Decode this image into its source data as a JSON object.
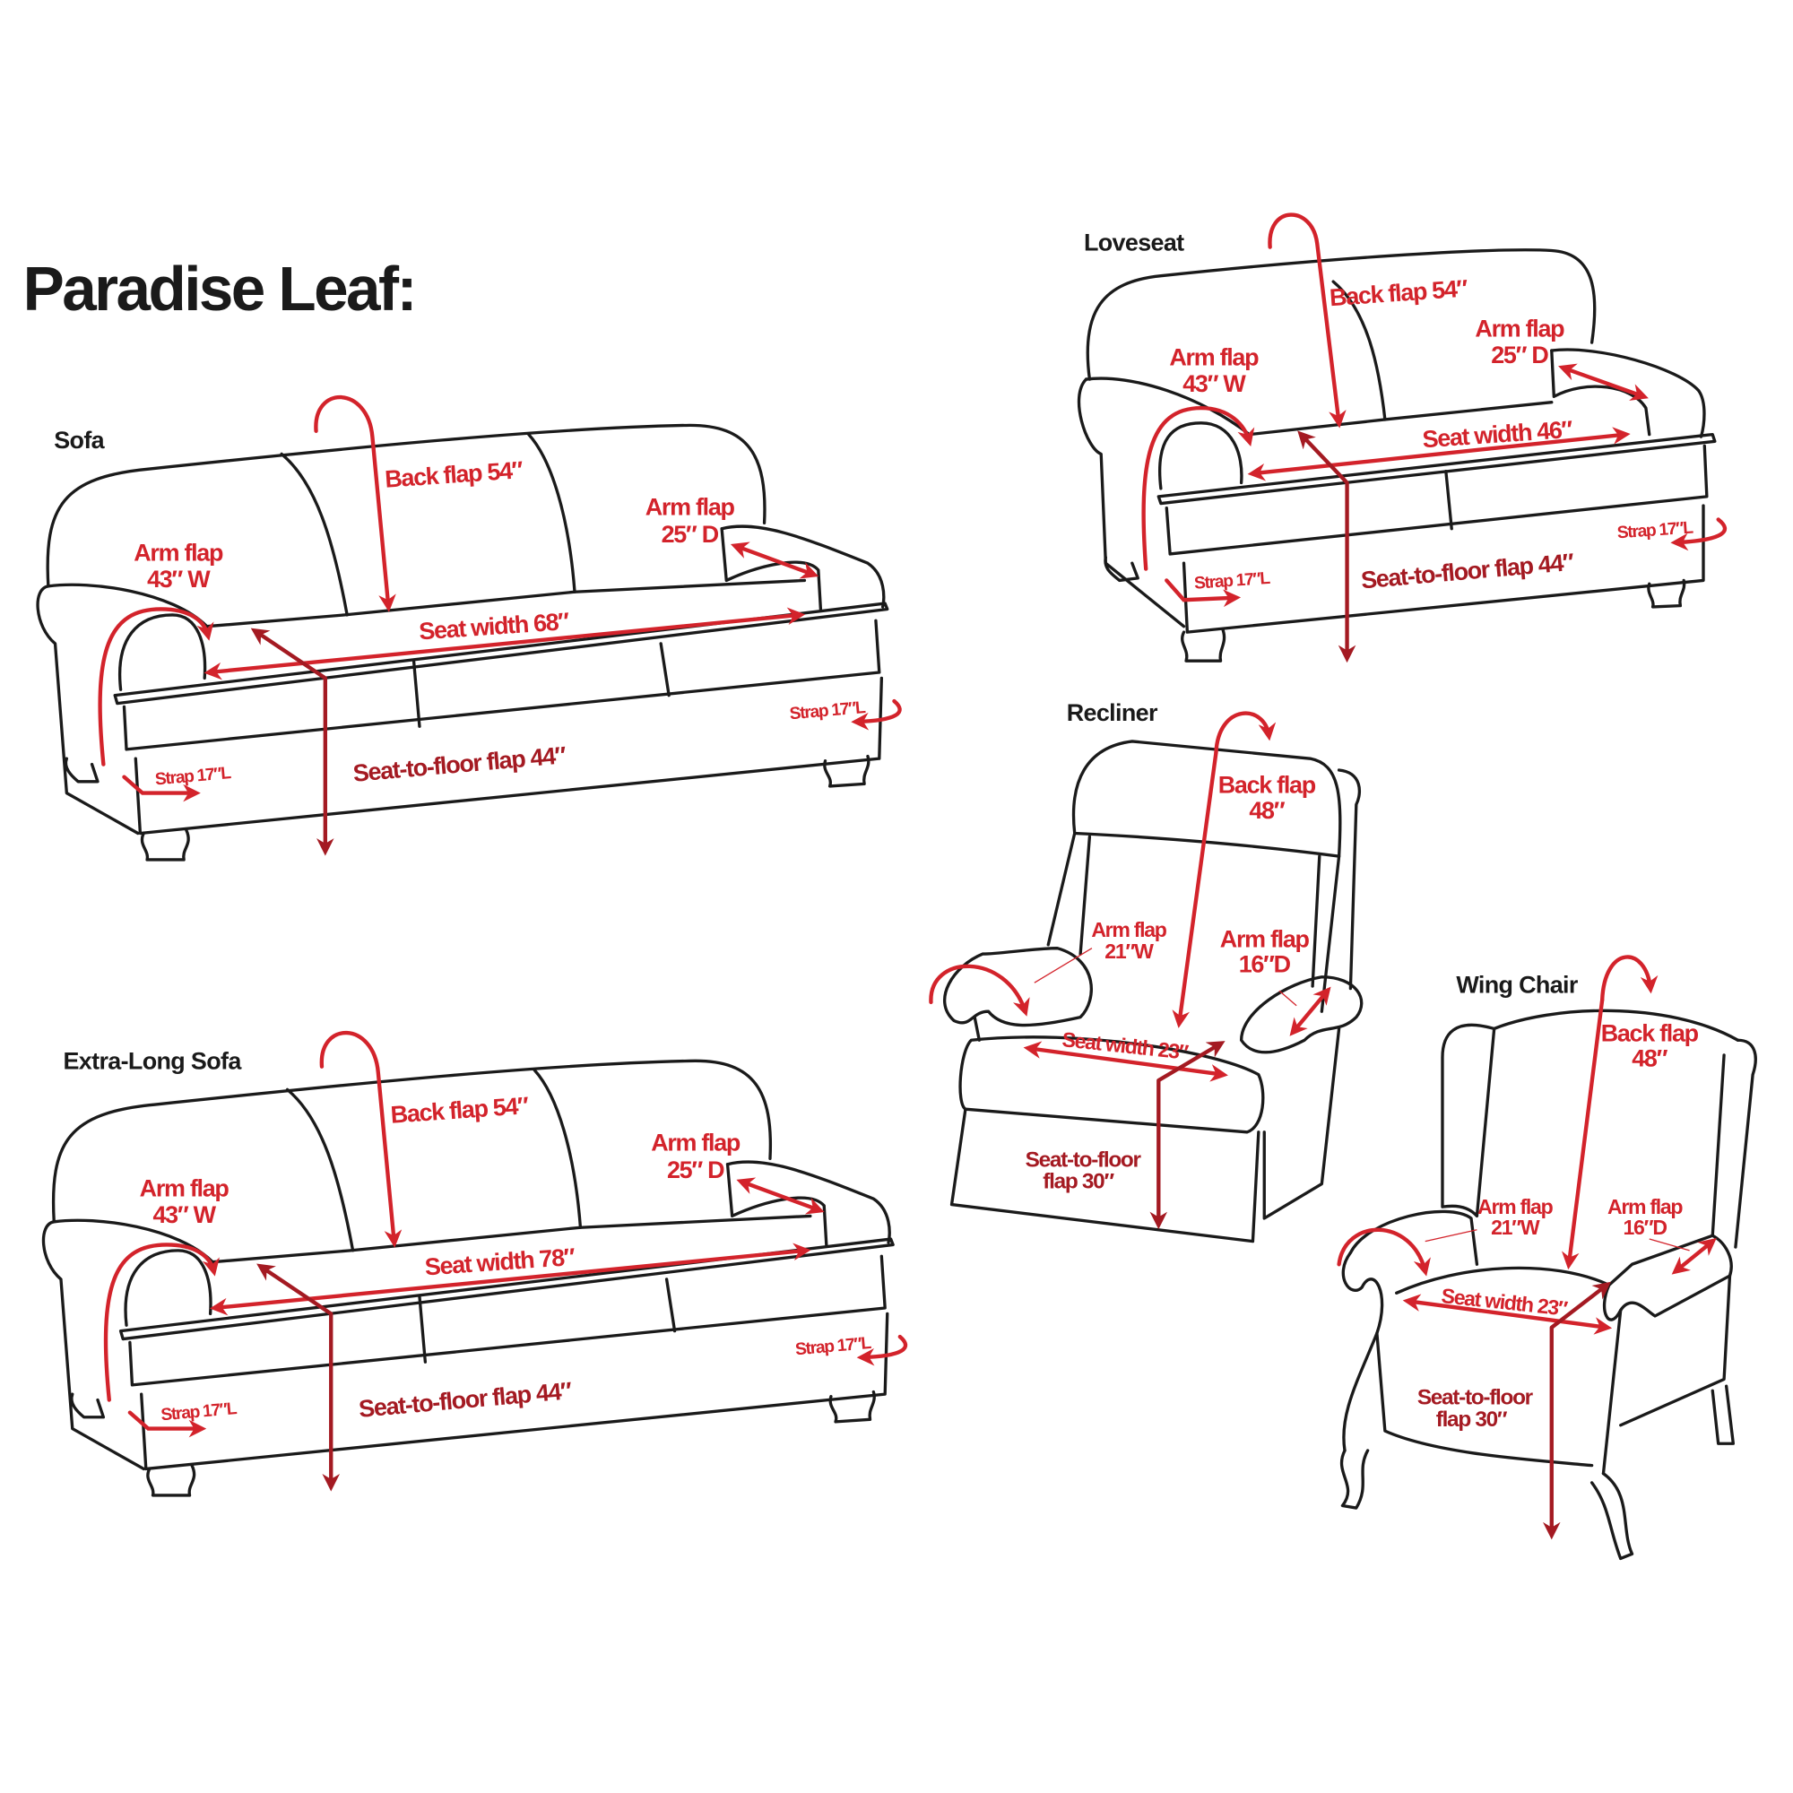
{
  "title": "Paradise Leaf:",
  "colors": {
    "accent": "#d3232b",
    "accent_dark": "#a41a22",
    "outline": "#1a1a1a"
  },
  "sofa": {
    "name": "Sofa",
    "back_flap": "Back flap 54″",
    "arm_flap_left": [
      "Arm flap",
      "43″ W"
    ],
    "arm_flap_right": [
      "Arm flap",
      "25″ D"
    ],
    "seat_width": "Seat width 68″",
    "seat_to_floor": "Seat-to-floor  flap 44″",
    "strap_left": "Strap 17″L",
    "strap_right": "Strap 17″L"
  },
  "extra_long_sofa": {
    "name": "Extra-Long Sofa",
    "back_flap": "Back flap 54″",
    "arm_flap_left": [
      "Arm flap",
      "43″ W"
    ],
    "arm_flap_right": [
      "Arm flap",
      "25″ D"
    ],
    "seat_width": "Seat width 78″",
    "seat_to_floor": "Seat-to-floor  flap 44″",
    "strap_left": "Strap 17″L",
    "strap_right": "Strap 17″L"
  },
  "loveseat": {
    "name": "Loveseat",
    "back_flap": "Back flap 54″",
    "arm_flap_left": [
      "Arm flap",
      "43″ W"
    ],
    "arm_flap_right": [
      "Arm flap",
      "25″ D"
    ],
    "seat_width": "Seat width 46″",
    "seat_to_floor": "Seat-to-floor  flap 44″",
    "strap_left": "Strap 17″L",
    "strap_right": "Strap 17″L"
  },
  "recliner": {
    "name": "Recliner",
    "back_flap": [
      "Back flap",
      "48″"
    ],
    "arm_flap_left": [
      "Arm flap",
      "21″W"
    ],
    "arm_flap_right": [
      "Arm flap",
      "16″D"
    ],
    "seat_width": "Seat width 23″",
    "seat_to_floor": [
      "Seat-to-floor",
      "flap 30″"
    ]
  },
  "wing_chair": {
    "name": "Wing Chair",
    "back_flap": [
      "Back flap",
      "48″"
    ],
    "arm_flap_left": [
      "Arm flap",
      "21″W"
    ],
    "arm_flap_right": [
      "Arm flap",
      "16″D"
    ],
    "seat_width": "Seat width 23″",
    "seat_to_floor": [
      "Seat-to-floor",
      "flap 30″"
    ]
  }
}
